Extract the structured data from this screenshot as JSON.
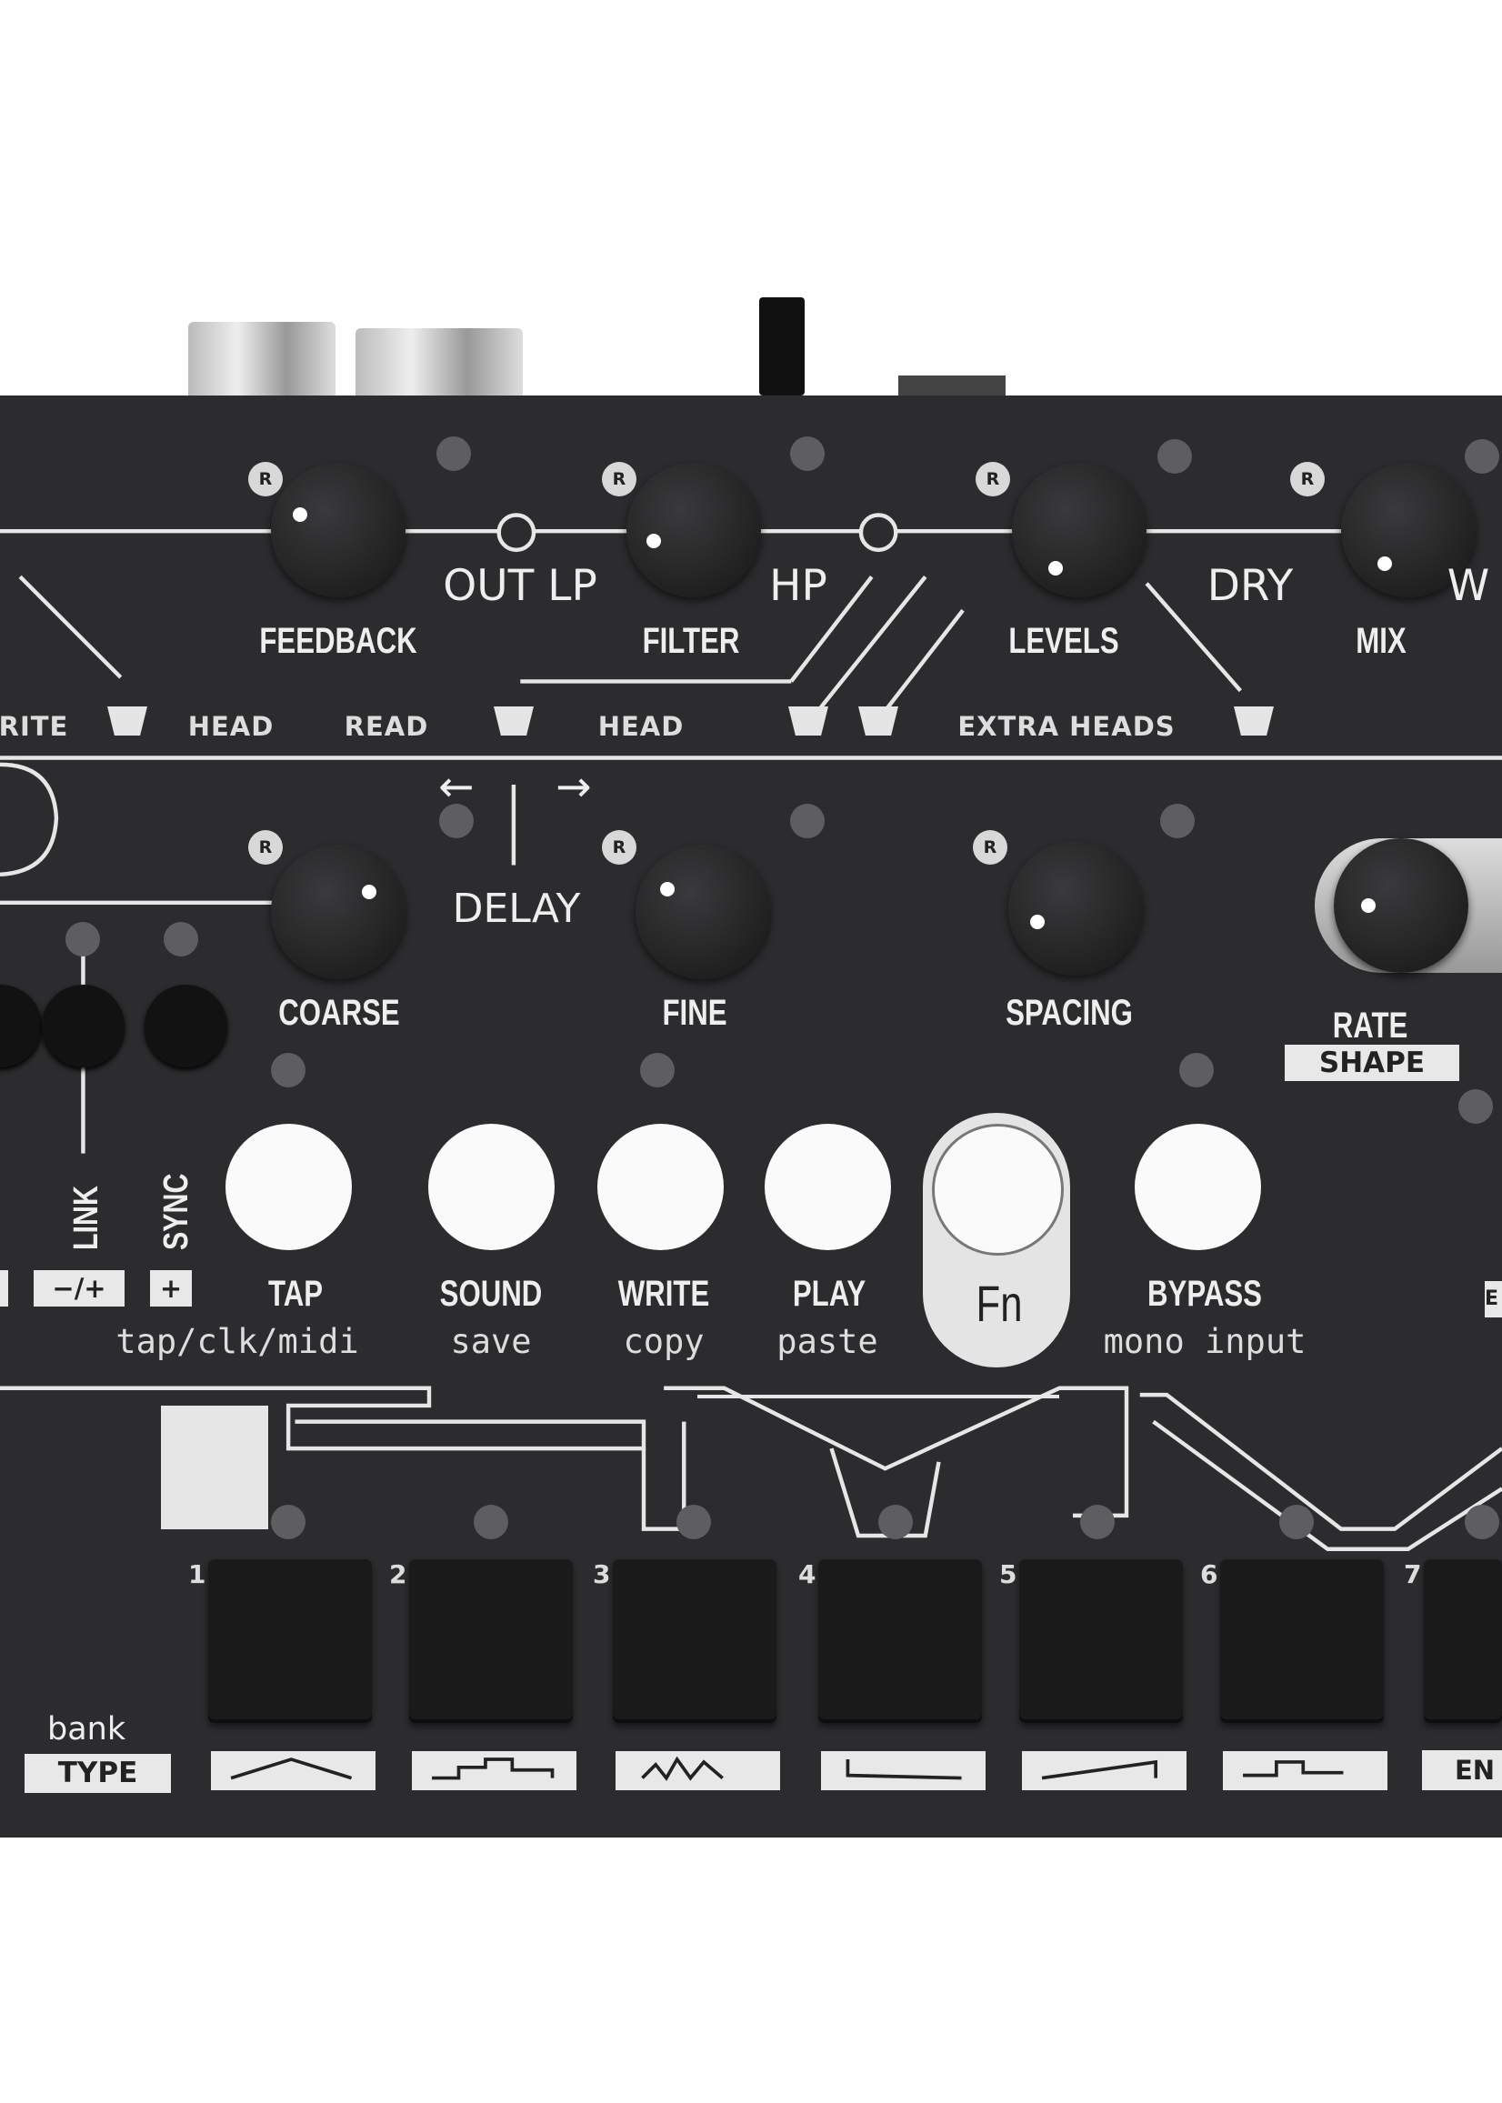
{
  "device": {
    "colors": {
      "panel": "#2c2c2e",
      "knob": "#1c1c1d",
      "button_white": "#fafafa",
      "led_off": "#5e5e60",
      "print": "#eeeeee"
    },
    "top_row": {
      "knobs": [
        "FEEDBACK",
        "FILTER",
        "LEVELS",
        "MIX"
      ],
      "reset_badge": "R",
      "filter_labels": [
        "OUT LP",
        "HP"
      ],
      "mix_labels": [
        "DRY",
        "W"
      ],
      "head_labels": [
        "RITE",
        "HEAD",
        "READ",
        "HEAD",
        "EXTRA HEADS"
      ]
    },
    "middle_row": {
      "knobs": [
        "COARSE",
        "FINE",
        "SPACING",
        "RATE"
      ],
      "delay_label": "DELAY",
      "arrow_left": "←",
      "arrow_right": "→",
      "rate_sub": "SHAPE"
    },
    "side_buttons": {
      "link_label": "LINK",
      "sync_label": "SYNC",
      "link_box": "−/+",
      "sync_box": "+"
    },
    "buttons": [
      {
        "label": "TAP",
        "sub": "tap/clk/midi"
      },
      {
        "label": "SOUND",
        "sub": "save"
      },
      {
        "label": "WRITE",
        "sub": "copy"
      },
      {
        "label": "PLAY",
        "sub": "paste"
      },
      {
        "label": "Fn",
        "sub": ""
      },
      {
        "label": "BYPASS",
        "sub": "mono input"
      }
    ],
    "right_edge_box": "E",
    "pads": [
      "1",
      "2",
      "3",
      "4",
      "5",
      "6",
      "7"
    ],
    "bank_label": "bank",
    "type_label": "TYPE",
    "type_icons": [
      "triangle-wave-icon",
      "step-up-down-icon",
      "random-wave-icon",
      "ramp-down-icon",
      "ramp-up-icon",
      "square-step-icon"
    ],
    "last_type_label": "EN"
  }
}
